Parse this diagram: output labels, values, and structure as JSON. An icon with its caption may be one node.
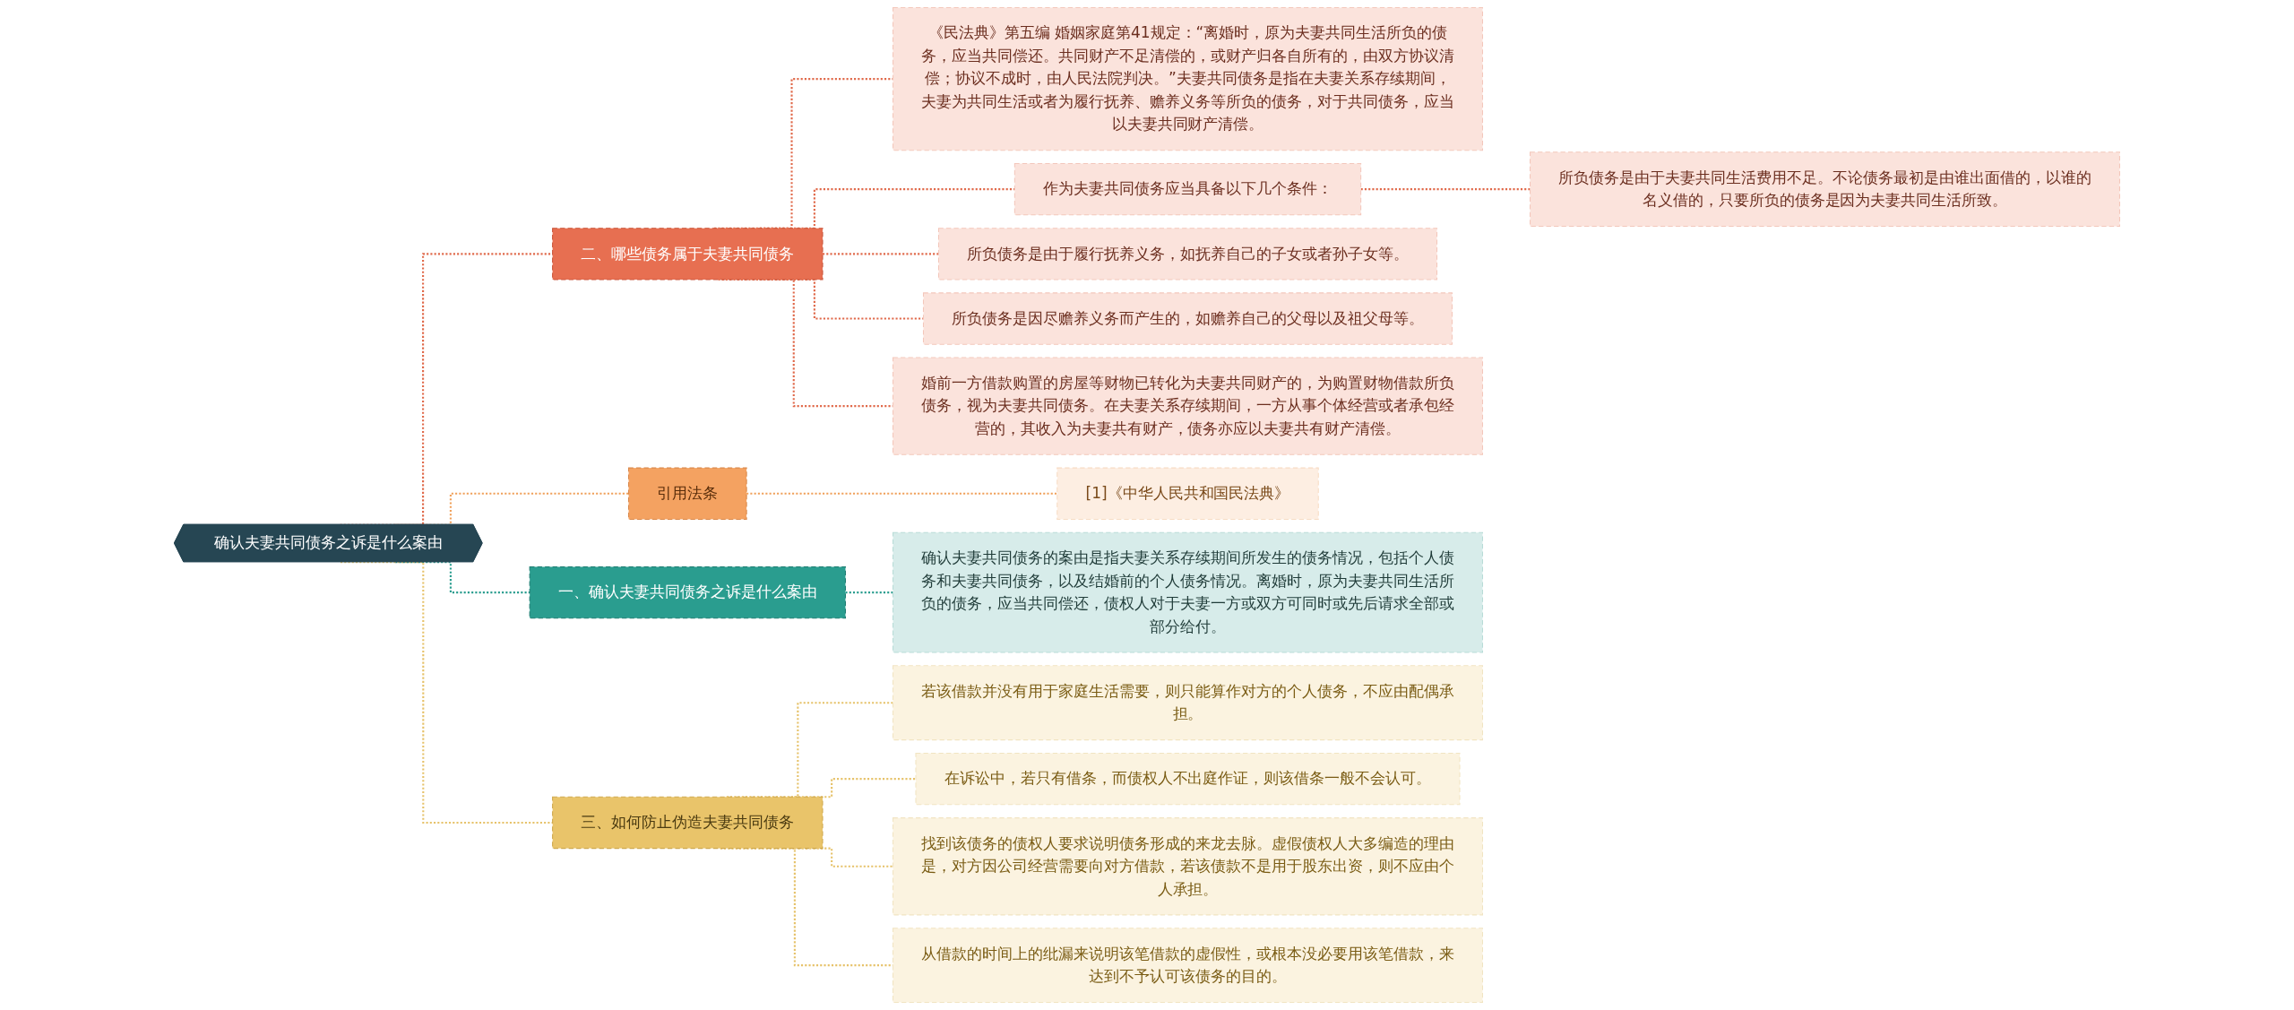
{
  "diagram": {
    "nodes": [
      {
        "text": [
          "确认夫妻共同债务之诉是什么案由"
        ]
      },
      {
        "text": [
          "二、哪些债务属于夫妻共同债务"
        ]
      },
      {
        "text": [
          "《民法典》第五编 婚姻家庭第41规定：“离婚时，原为夫妻共同生活所负的债务，应当共同偿还。共同财产不足清偿的，或财产归各自所有的，由双方协议清偿；协议不成时，由人民法院判决。”夫妻共同债务是指在夫妻关系存续期间，夫妻为共同生活或者为履行抚养、赡养义务等所负的债务，对于共同债务，应当以夫妻共同财产清偿。"
        ]
      },
      {
        "text": [
          "作为夫妻共同债务应当具备以下几个条件："
        ]
      },
      {
        "text": [
          "所负债务是由于夫妻共同生活费用不足。不论债务最初是由谁出面借的，以谁的名义借的，只要所负的债务是因为夫妻共同生活所致。"
        ]
      },
      {
        "text": [
          "所负债务是由于履行抚养义务，如抚养自己的子女或者孙子女等。"
        ]
      },
      {
        "text": [
          "所负债务是因尽赡养义务而产生的，如赡养自己的父母以及祖父母等。"
        ]
      },
      {
        "text": [
          "婚前一方借款购置的房屋等财物已转化为夫妻共同财产的，为购置财物借款所负债务，视为夫妻共同债务。在夫妻关系存续期间，一方从事个体经营或者承包经营的，其收入为夫妻共有财产，债务亦应以夫妻共有财产清偿。"
        ]
      },
      {
        "text": [
          "引用法条"
        ]
      },
      {
        "text": [
          "[1]《中华人民共和国民法典》"
        ]
      },
      {
        "text": [
          "一、确认夫妻共同债务之诉是什么案由"
        ]
      },
      {
        "text": [
          "确认夫妻共同债务的案由是指夫妻关系存续期间所发生的债务情况，包括个人债务和夫妻共同债务，以及结婚前的个人债务情况。离婚时，原为夫妻共同生活所负的债务，应当共同偿还，债权人对于夫妻一方或双方可同时或先后请求全部或部分给付。"
        ]
      },
      {
        "text": [
          "三、如何防止伪造夫妻共同债务"
        ]
      },
      {
        "text": [
          "若该借款并没有用于家庭生活需要，则只能算作对方的个人债务，不应由配偶承担。"
        ]
      },
      {
        "text": [
          "在诉讼中，若只有借条，而债权人不出庭作证，则该借条一般不会认可。"
        ]
      },
      {
        "text": [
          "找到该债务的债权人要求说明债务形成的来龙去脉。虚假债权人大多编造的理由是，对方因公司经营需要向对方借款，若该债款不是用于股东出资，则不应由个人承担。"
        ]
      },
      {
        "text": [
          "从借款的时间上的纰漏来说明该笔借款的虚假性，或根本没必要用该笔借款，来达到不予认可该债务的目的。"
        ]
      }
    ],
    "edges": [
      {
        "from": 0,
        "to": 1,
        "arrow": "none",
        "style": "dashed",
        "color": "#e0694a"
      },
      {
        "from": 1,
        "to": 2,
        "arrow": "none",
        "style": "dashed",
        "color": "#e0694a"
      },
      {
        "from": 1,
        "to": 3,
        "arrow": "none",
        "style": "dashed",
        "color": "#e0694a"
      },
      {
        "from": 3,
        "to": 4,
        "arrow": "none",
        "style": "dashed",
        "color": "#e0694a"
      },
      {
        "from": 1,
        "to": 5,
        "arrow": "none",
        "style": "dashed",
        "color": "#e0694a"
      },
      {
        "from": 1,
        "to": 6,
        "arrow": "none",
        "style": "dashed",
        "color": "#e0694a"
      },
      {
        "from": 1,
        "to": 7,
        "arrow": "none",
        "style": "dashed",
        "color": "#e0694a"
      },
      {
        "from": 0,
        "to": 8,
        "arrow": "none",
        "style": "dashed",
        "color": "#f0a05a"
      },
      {
        "from": 8,
        "to": 9,
        "arrow": "none",
        "style": "dashed",
        "color": "#f0a05a"
      },
      {
        "from": 0,
        "to": 10,
        "arrow": "none",
        "style": "dashed",
        "color": "#2a9d8f"
      },
      {
        "from": 10,
        "to": 11,
        "arrow": "none",
        "style": "dashed",
        "color": "#2a9d8f"
      },
      {
        "from": 0,
        "to": 12,
        "arrow": "none",
        "style": "dashed",
        "color": "#e6c26a"
      },
      {
        "from": 12,
        "to": 13,
        "arrow": "none",
        "style": "dashed",
        "color": "#e6c26a"
      },
      {
        "from": 12,
        "to": 14,
        "arrow": "none",
        "style": "dashed",
        "color": "#e6c26a"
      },
      {
        "from": 12,
        "to": 15,
        "arrow": "none",
        "style": "dashed",
        "color": "#e6c26a"
      },
      {
        "from": 12,
        "to": 16,
        "arrow": "none",
        "style": "dashed",
        "color": "#e6c26a"
      }
    ]
  }
}
